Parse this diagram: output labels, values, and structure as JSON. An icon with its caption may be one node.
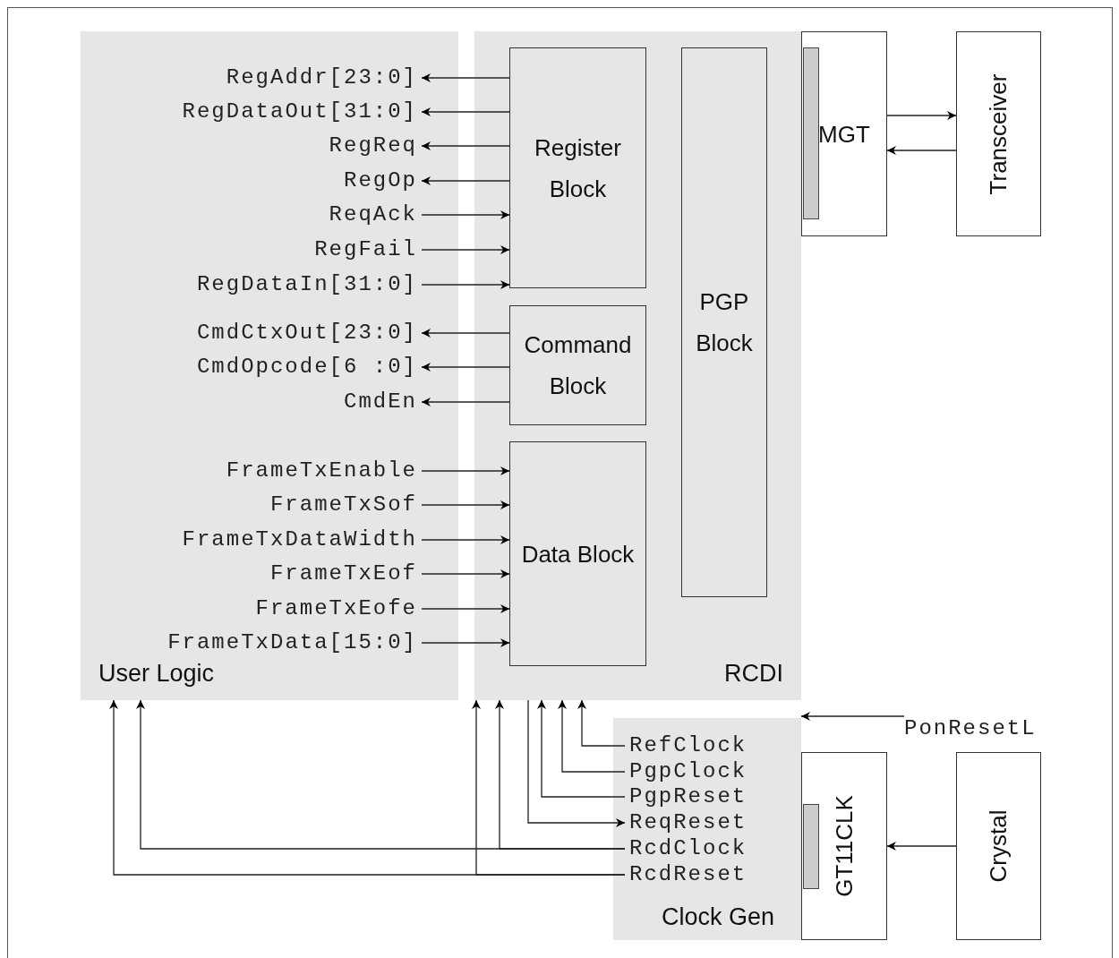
{
  "diagram": {
    "nodes": [
      {
        "text": [
          "User Logic"
        ]
      },
      {
        "text": [
          "RegAddr[23:0]"
        ],
        "in": 0
      },
      {
        "text": [
          "RegDataOut[31:0]"
        ],
        "in": 0
      },
      {
        "text": [
          "RegReq"
        ],
        "in": 0
      },
      {
        "text": [
          "RegOp"
        ],
        "in": 0
      },
      {
        "text": [
          "ReqAck"
        ],
        "in": 0
      },
      {
        "text": [
          "RegFail"
        ],
        "in": 0
      },
      {
        "text": [
          "RegDataIn[31:0]"
        ],
        "in": 0
      },
      {
        "text": [
          "CmdCtxOut[23:0]"
        ],
        "in": 0
      },
      {
        "text": [
          "CmdOpcode[6 :0]"
        ],
        "in": 0
      },
      {
        "text": [
          "CmdEn"
        ],
        "in": 0
      },
      {
        "text": [
          "FrameTxEnable"
        ],
        "in": 0
      },
      {
        "text": [
          "FrameTxSof"
        ],
        "in": 0
      },
      {
        "text": [
          "FrameTxDataWidth"
        ],
        "in": 0
      },
      {
        "text": [
          "FrameTxEof"
        ],
        "in": 0
      },
      {
        "text": [
          "FrameTxEofe"
        ],
        "in": 0
      },
      {
        "text": [
          "FrameTxData[15:0]"
        ],
        "in": 0
      },
      {
        "text": [
          "RCDI"
        ]
      },
      {
        "text": [
          "Register Block"
        ],
        "in": 17
      },
      {
        "text": [
          "Command Block"
        ],
        "in": 17
      },
      {
        "text": [
          "Data Block"
        ],
        "in": 17
      },
      {
        "text": [
          "PGP Block"
        ],
        "in": 17
      },
      {
        "text": [
          "MGT"
        ]
      },
      {
        "text": [
          "Transceiver"
        ]
      },
      {
        "text": [
          "PonResetL"
        ]
      },
      {
        "text": [
          "Clock Gen"
        ]
      },
      {
        "text": [
          "RefClock"
        ],
        "in": 25
      },
      {
        "text": [
          "PgpClock"
        ],
        "in": 25
      },
      {
        "text": [
          "PgpReset"
        ],
        "in": 25
      },
      {
        "text": [
          "ReqReset"
        ],
        "in": 25
      },
      {
        "text": [
          "RcdClock"
        ],
        "in": 25
      },
      {
        "text": [
          "RcdReset"
        ],
        "in": 25
      },
      {
        "text": [
          "GT11CLK"
        ]
      },
      {
        "text": [
          "Crystal"
        ]
      }
    ],
    "edges": [
      {
        "from": 18,
        "to": 1,
        "arrow": "to"
      },
      {
        "from": 18,
        "to": 2,
        "arrow": "to"
      },
      {
        "from": 18,
        "to": 3,
        "arrow": "to"
      },
      {
        "from": 18,
        "to": 4,
        "arrow": "to"
      },
      {
        "from": 5,
        "to": 18,
        "arrow": "to"
      },
      {
        "from": 6,
        "to": 18,
        "arrow": "to"
      },
      {
        "from": 7,
        "to": 18,
        "arrow": "to"
      },
      {
        "from": 19,
        "to": 8,
        "arrow": "to"
      },
      {
        "from": 19,
        "to": 9,
        "arrow": "to"
      },
      {
        "from": 19,
        "to": 10,
        "arrow": "to"
      },
      {
        "from": 11,
        "to": 20,
        "arrow": "to"
      },
      {
        "from": 12,
        "to": 20,
        "arrow": "to"
      },
      {
        "from": 13,
        "to": 20,
        "arrow": "to"
      },
      {
        "from": 14,
        "to": 20,
        "arrow": "to"
      },
      {
        "from": 15,
        "to": 20,
        "arrow": "to"
      },
      {
        "from": 16,
        "to": 20,
        "arrow": "to"
      },
      {
        "from": 22,
        "to": 23,
        "arrow": "to"
      },
      {
        "from": 23,
        "to": 22,
        "arrow": "to"
      },
      {
        "from": 24,
        "to": 25,
        "arrow": "to"
      },
      {
        "from": 26,
        "to": 17,
        "arrow": "to"
      },
      {
        "from": 27,
        "to": 17,
        "arrow": "to"
      },
      {
        "from": 28,
        "to": 17,
        "arrow": "to"
      },
      {
        "from": 17,
        "to": 29,
        "arrow": "to"
      },
      {
        "from": 30,
        "to": 17,
        "arrow": "to"
      },
      {
        "from": 30,
        "to": 0,
        "arrow": "to"
      },
      {
        "from": 31,
        "to": 17,
        "arrow": "to"
      },
      {
        "from": 31,
        "to": 0,
        "arrow": "to"
      },
      {
        "from": 33,
        "to": 32,
        "arrow": "to"
      }
    ]
  }
}
